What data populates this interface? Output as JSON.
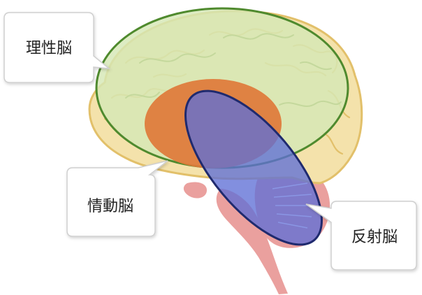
{
  "labels": {
    "rational": "理性脳",
    "emotional": "情動脳",
    "reflex": "反射脳"
  },
  "colors": {
    "background": "#ffffff",
    "brain_tan": "#f4e2ab",
    "brain_outline": "#e2c06a",
    "stem_pink": "#eaa09e",
    "rational_fill": "#d6e8b6",
    "rational_stroke": "#4f8a2e",
    "emotional_fill": "#e07a3a",
    "reflex_fill": "#5f6fd6",
    "reflex_stroke": "#1f2a6e",
    "callout_border": "#cfcfcf"
  }
}
